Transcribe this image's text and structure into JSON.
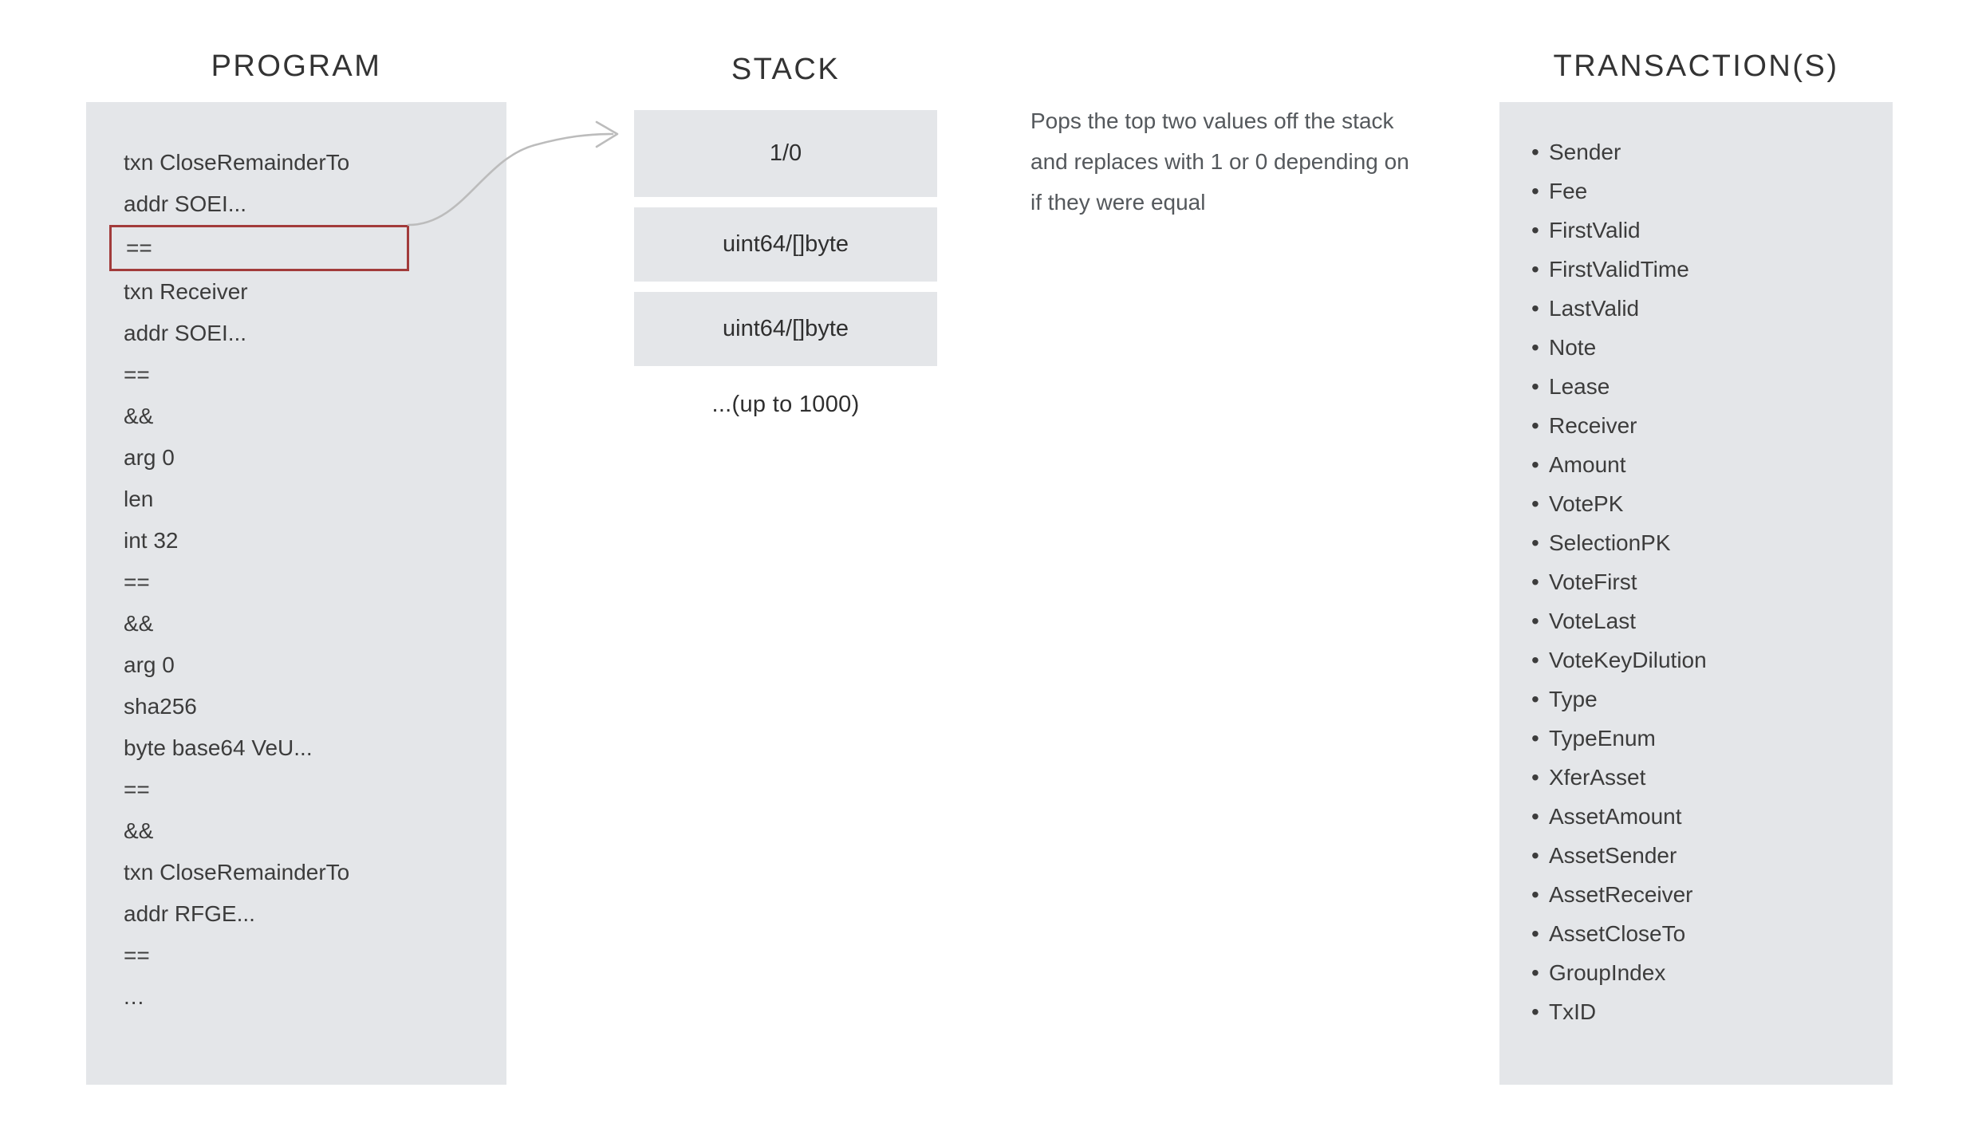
{
  "columns": {
    "program": {
      "title": "PROGRAM",
      "lines": [
        {
          "text": "txn CloseRemainderTo",
          "highlighted": false
        },
        {
          "text": "addr SOEI...",
          "highlighted": false
        },
        {
          "text": "==",
          "highlighted": true
        },
        {
          "text": "txn Receiver",
          "highlighted": false
        },
        {
          "text": "addr SOEI...",
          "highlighted": false
        },
        {
          "text": "==",
          "highlighted": false
        },
        {
          "text": "&&",
          "highlighted": false
        },
        {
          "text": "arg 0",
          "highlighted": false
        },
        {
          "text": "len",
          "highlighted": false
        },
        {
          "text": "int 32",
          "highlighted": false
        },
        {
          "text": "==",
          "highlighted": false
        },
        {
          "text": "&&",
          "highlighted": false
        },
        {
          "text": "arg 0",
          "highlighted": false
        },
        {
          "text": "sha256",
          "highlighted": false
        },
        {
          "text": "byte base64 VeU...",
          "highlighted": false
        },
        {
          "text": "==",
          "highlighted": false
        },
        {
          "text": "&&",
          "highlighted": false
        },
        {
          "text": "txn CloseRemainderTo",
          "highlighted": false
        },
        {
          "text": "addr RFGE...",
          "highlighted": false
        },
        {
          "text": "==",
          "highlighted": false
        },
        {
          "text": "...",
          "highlighted": false
        }
      ]
    },
    "stack": {
      "title": "STACK",
      "cells": [
        {
          "label": "1/0"
        },
        {
          "label": "uint64/[]byte"
        },
        {
          "label": "uint64/[]byte"
        }
      ],
      "more_label": "...(up to 1000)"
    },
    "transactions": {
      "title": "TRANSACTION(S)",
      "bullet": "•",
      "fields": [
        "Sender",
        "Fee",
        "FirstValid",
        "FirstValidTime",
        "LastValid",
        "Note",
        "Lease",
        "Receiver",
        "Amount",
        "VotePK",
        "SelectionPK",
        "VoteFirst",
        "VoteLast",
        "VoteKeyDilution",
        "Type",
        "TypeEnum",
        "XferAsset",
        "AssetAmount",
        "AssetSender",
        "AssetReceiver",
        "AssetCloseTo",
        "GroupIndex",
        "TxID"
      ]
    }
  },
  "annotation": {
    "text": "Pops the top two values off the stack and replaces with 1 or 0 depending on if they were equal"
  },
  "colors": {
    "panel_background": "#e4e6e9",
    "highlight_border": "#a23b3b",
    "arrow": "#b9b9b9",
    "text": "#3c3c3c",
    "annotation_text": "#54585c"
  }
}
